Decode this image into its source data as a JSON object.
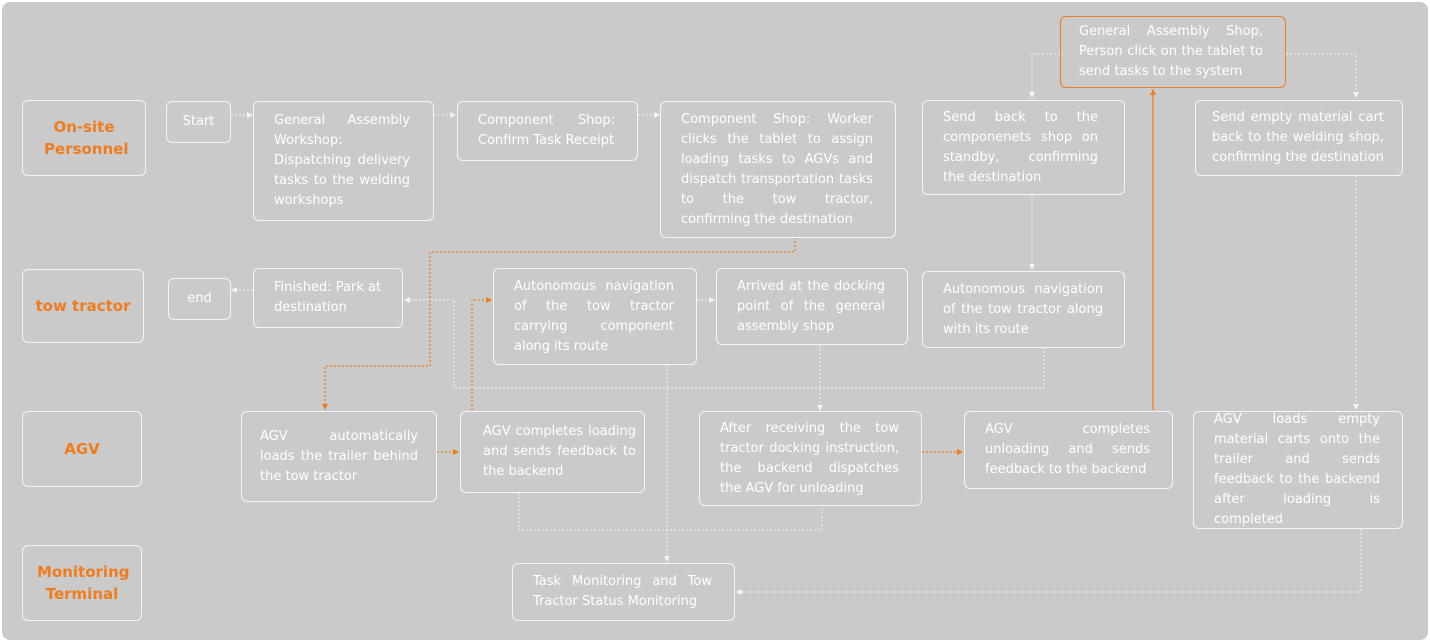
{
  "lanes": {
    "onsite": "On-site Personnel",
    "tow": "tow tractor",
    "agv": "AGV",
    "monitor": "Monitoring Terminal"
  },
  "nodes": {
    "start": "Start",
    "general_assembly_workshop": "General Assembly Workshop: Dispatching delivery tasks to the welding workshops",
    "component_shop_confirm": "Component Shop: Confirm Task Receipt",
    "component_shop_worker": "Component Shop: Worker clicks the tablet to assign loading tasks to AGVs and dispatch transportation tasks to the tow tractor, confirming the destination",
    "ga_shop_person_click": "General Assembly Shop, Person click on the tablet to send tasks to the system",
    "send_back_components": "Send back to the componenets shop on standby, confirming the destination",
    "send_empty_cart": "Send empty material cart back to the welding shop, confirming the destination",
    "end": "end",
    "finished_park": "Finished: Park at destination",
    "autonomous_nav_component": "Autonomous navigation of the tow tractor carrying component along its route",
    "arrived_docking": "Arrived at the docking point of the general assembly shop",
    "autonomous_nav_route": "Autonomous navigation of the tow tractor along with its route",
    "agv_auto_load": "AGV automatically loads the trailer behind the tow tractor",
    "agv_complete_loading": "AGV completes loading and sends feedback to the backend",
    "after_receiving": "After receiving the tow tractor docking instruction, the backend dispatches the AGV for unloading",
    "agv_complete_unloading": "AGV completes unloading and sends feedback to the backend",
    "agv_loads_empty": "AGV loads empty material carts onto the trailer and sends feedback to the backend after loading is completed",
    "task_monitoring": "Task Monitoring and Tow Tractor Status Monitoring"
  },
  "colors": {
    "background": "#cacaca",
    "box_border": "#f4f4f4",
    "accent": "#f07c1e",
    "text": "#ffffff"
  }
}
